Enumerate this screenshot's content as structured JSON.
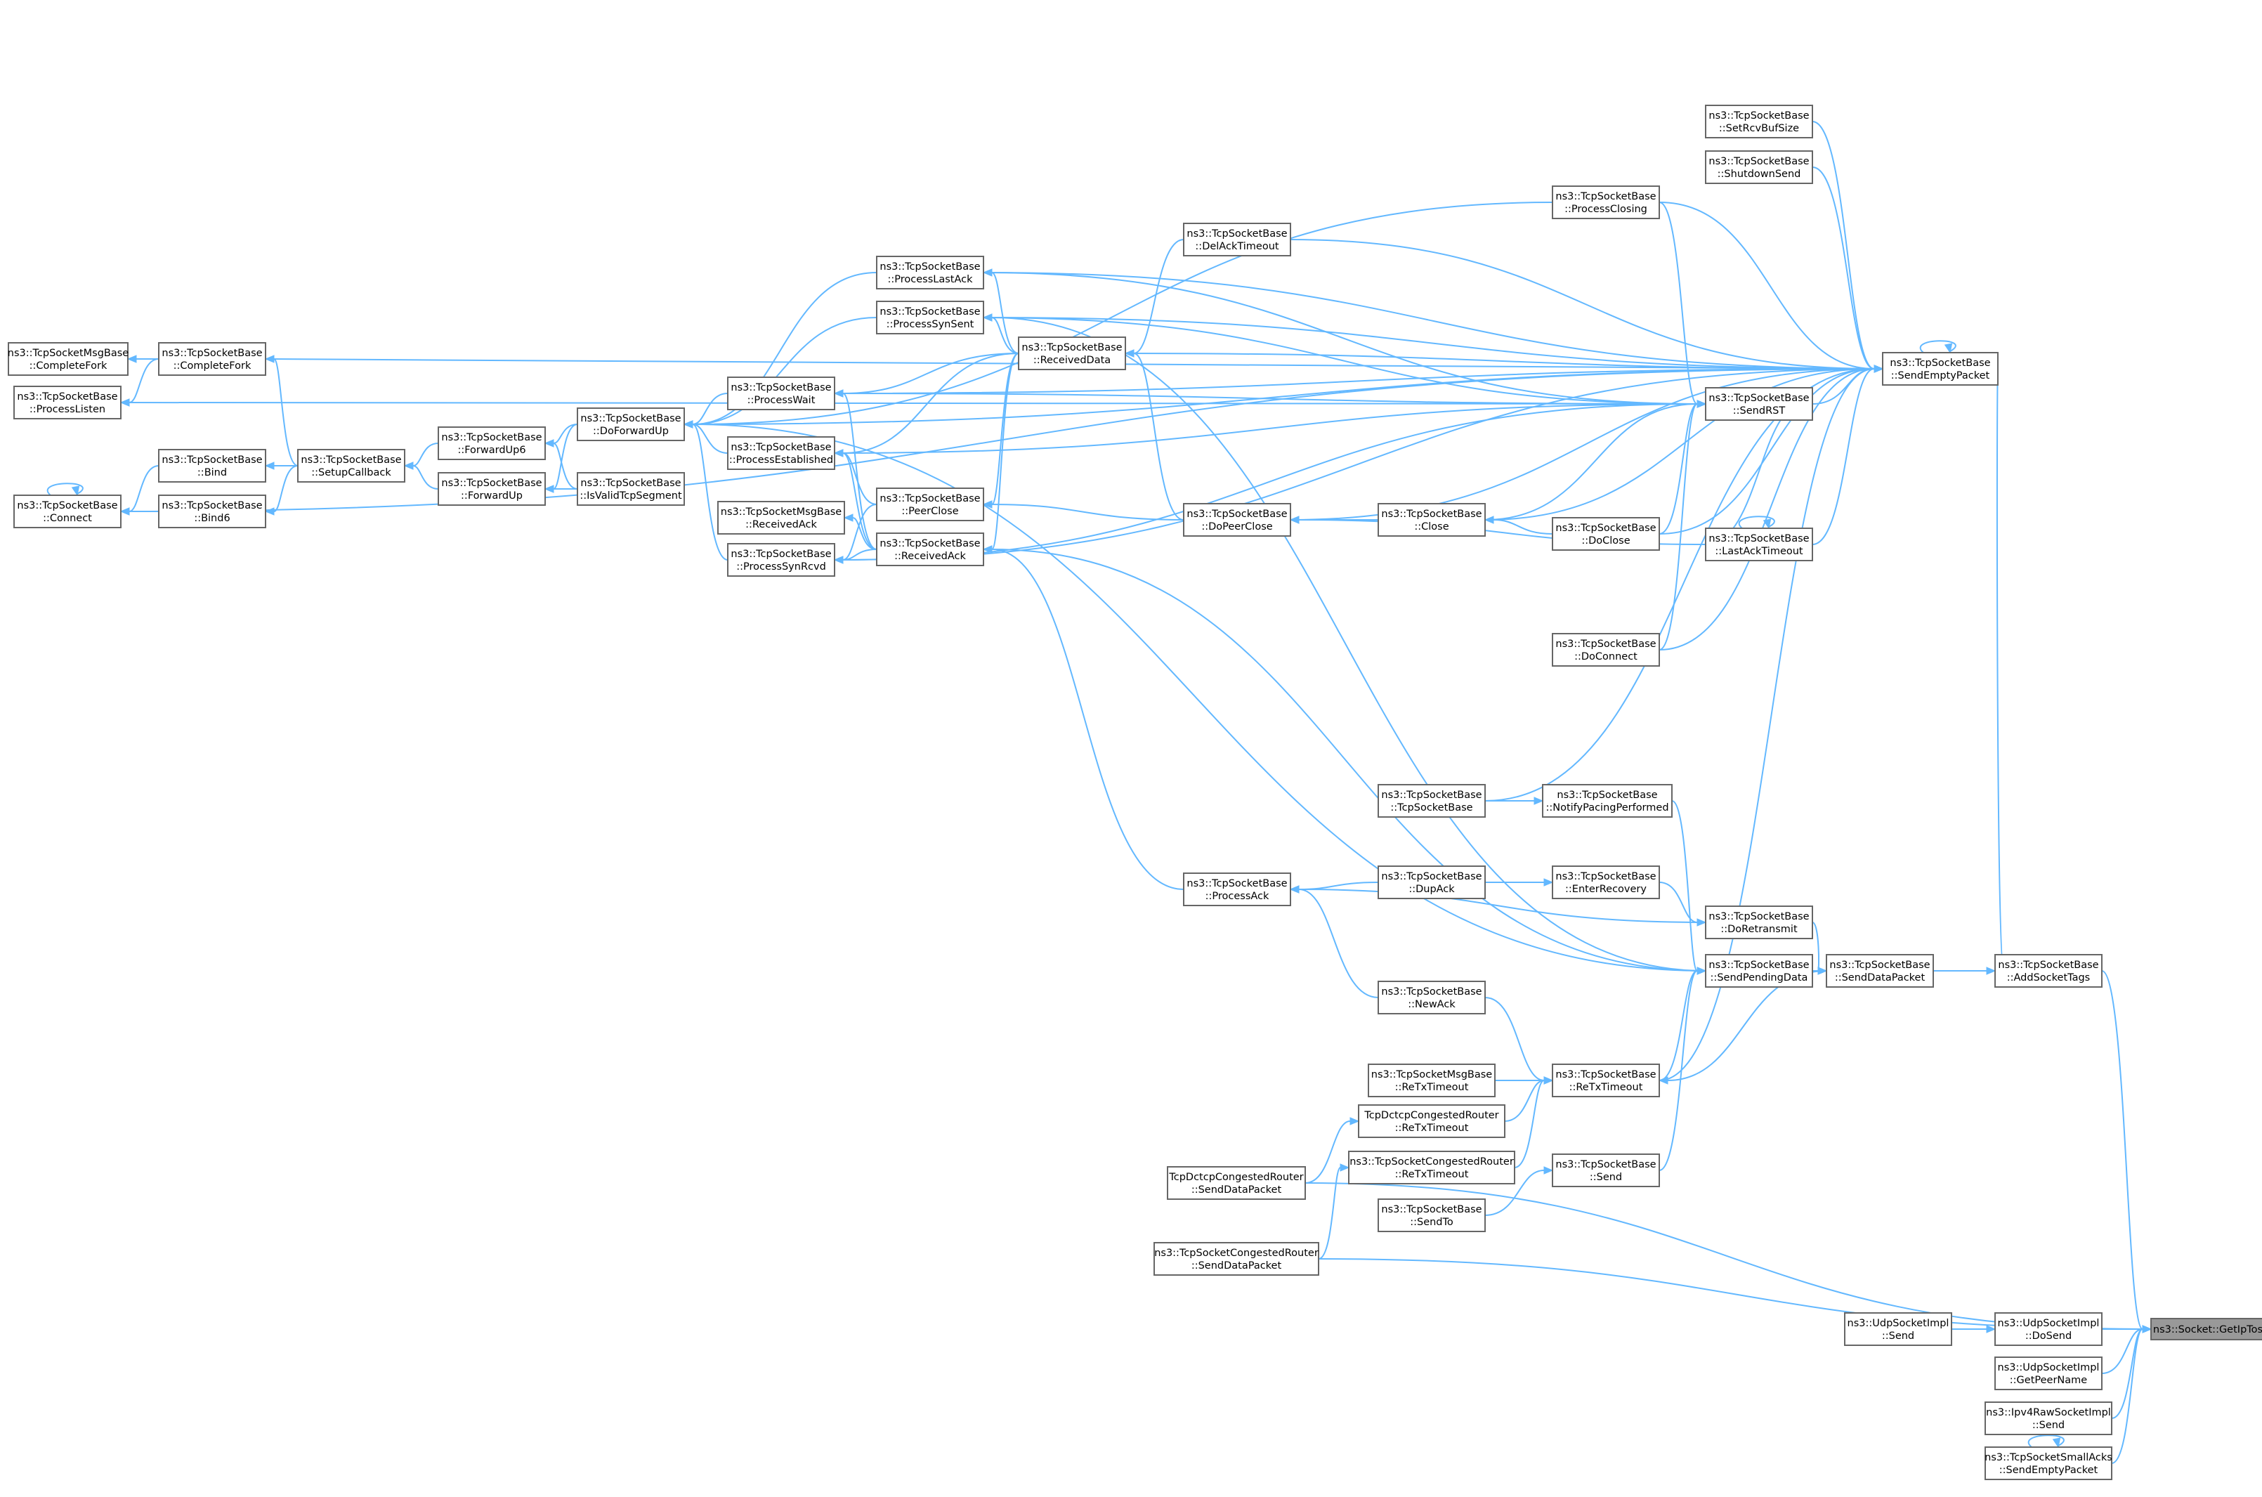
{
  "diagram": {
    "kind": "caller-graph",
    "root": "ns3::Socket::GetIpTos",
    "colors": {
      "edge": "#63b8ff",
      "node_border": "#666666",
      "root_fill": "#999999",
      "node_fill": "#ffffff"
    },
    "nodes": [
      {
        "id": "GetIpTos",
        "l1": "ns3::Socket::GetIpTos",
        "l2": ""
      },
      {
        "id": "AddSocketTags",
        "l1": "ns3::TcpSocketBase",
        "l2": "::AddSocketTags"
      },
      {
        "id": "SendEmptyPacket",
        "l1": "ns3::TcpSocketBase",
        "l2": "::SendEmptyPacket"
      },
      {
        "id": "SendDataPacket",
        "l1": "ns3::TcpSocketBase",
        "l2": "::SendDataPacket"
      },
      {
        "id": "SetRcvBufSize",
        "l1": "ns3::TcpSocketBase",
        "l2": "::SetRcvBufSize"
      },
      {
        "id": "ShutdownSend",
        "l1": "ns3::TcpSocketBase",
        "l2": "::ShutdownSend"
      },
      {
        "id": "ProcessClosing",
        "l1": "ns3::TcpSocketBase",
        "l2": "::ProcessClosing"
      },
      {
        "id": "SendRST",
        "l1": "ns3::TcpSocketBase",
        "l2": "::SendRST"
      },
      {
        "id": "LastAckTimeout",
        "l1": "ns3::TcpSocketBase",
        "l2": "::LastAckTimeout"
      },
      {
        "id": "DoClose",
        "l1": "ns3::TcpSocketBase",
        "l2": "::DoClose"
      },
      {
        "id": "DoConnect",
        "l1": "ns3::TcpSocketBase",
        "l2": "::DoConnect"
      },
      {
        "id": "TcpSocketBaseCtor",
        "l1": "ns3::TcpSocketBase",
        "l2": "::TcpSocketBase"
      },
      {
        "id": "NotifyPacing",
        "l1": "ns3::TcpSocketBase",
        "l2": "::NotifyPacingPerformed"
      },
      {
        "id": "EnterRecovery",
        "l1": "ns3::TcpSocketBase",
        "l2": "::EnterRecovery"
      },
      {
        "id": "DoRetransmit",
        "l1": "ns3::TcpSocketBase",
        "l2": "::DoRetransmit"
      },
      {
        "id": "SendPendingData",
        "l1": "ns3::TcpSocketBase",
        "l2": "::SendPendingData"
      },
      {
        "id": "ReTxTimeout",
        "l1": "ns3::TcpSocketBase",
        "l2": "::ReTxTimeout"
      },
      {
        "id": "Send",
        "l1": "ns3::TcpSocketBase",
        "l2": "::Send"
      },
      {
        "id": "SendTo",
        "l1": "ns3::TcpSocketBase",
        "l2": "::SendTo"
      },
      {
        "id": "DelAckTimeout",
        "l1": "ns3::TcpSocketBase",
        "l2": "::DelAckTimeout"
      },
      {
        "id": "ReceivedData",
        "l1": "ns3::TcpSocketBase",
        "l2": "::ReceivedData"
      },
      {
        "id": "DoPeerClose",
        "l1": "ns3::TcpSocketBase",
        "l2": "::DoPeerClose"
      },
      {
        "id": "Close",
        "l1": "ns3::TcpSocketBase",
        "l2": "::Close"
      },
      {
        "id": "ProcessAck",
        "l1": "ns3::TcpSocketBase",
        "l2": "::ProcessAck"
      },
      {
        "id": "DupAck",
        "l1": "ns3::TcpSocketBase",
        "l2": "::DupAck"
      },
      {
        "id": "NewAck",
        "l1": "ns3::TcpSocketBase",
        "l2": "::NewAck"
      },
      {
        "id": "MsgReTxTimeout",
        "l1": "ns3::TcpSocketMsgBase",
        "l2": "::ReTxTimeout"
      },
      {
        "id": "DctcpReTxTimeout",
        "l1": "TcpDctcpCongestedRouter",
        "l2": "::ReTxTimeout"
      },
      {
        "id": "CongReTxTimeout",
        "l1": "ns3::TcpSocketCongestedRouter",
        "l2": "::ReTxTimeout"
      },
      {
        "id": "DctcpSendDataPacket",
        "l1": "TcpDctcpCongestedRouter",
        "l2": "::SendDataPacket"
      },
      {
        "id": "CongSendDataPacket",
        "l1": "ns3::TcpSocketCongestedRouter",
        "l2": "::SendDataPacket"
      },
      {
        "id": "ProcessLastAck",
        "l1": "ns3::TcpSocketBase",
        "l2": "::ProcessLastAck"
      },
      {
        "id": "ProcessSynSent",
        "l1": "ns3::TcpSocketBase",
        "l2": "::ProcessSynSent"
      },
      {
        "id": "PeerClose",
        "l1": "ns3::TcpSocketBase",
        "l2": "::PeerClose"
      },
      {
        "id": "ReceivedAck",
        "l1": "ns3::TcpSocketBase",
        "l2": "::ReceivedAck"
      },
      {
        "id": "ProcessWait",
        "l1": "ns3::TcpSocketBase",
        "l2": "::ProcessWait"
      },
      {
        "id": "ProcessEstablished",
        "l1": "ns3::TcpSocketBase",
        "l2": "::ProcessEstablished"
      },
      {
        "id": "MsgReceivedAck",
        "l1": "ns3::TcpSocketMsgBase",
        "l2": "::ReceivedAck"
      },
      {
        "id": "ProcessSynRcvd",
        "l1": "ns3::TcpSocketBase",
        "l2": "::ProcessSynRcvd"
      },
      {
        "id": "DoForwardUp",
        "l1": "ns3::TcpSocketBase",
        "l2": "::DoForwardUp"
      },
      {
        "id": "IsValidTcpSegment",
        "l1": "ns3::TcpSocketBase",
        "l2": "::IsValidTcpSegment"
      },
      {
        "id": "ForwardUp6",
        "l1": "ns3::TcpSocketBase",
        "l2": "::ForwardUp6"
      },
      {
        "id": "ForwardUp",
        "l1": "ns3::TcpSocketBase",
        "l2": "::ForwardUp"
      },
      {
        "id": "SetupCallback",
        "l1": "ns3::TcpSocketBase",
        "l2": "::SetupCallback"
      },
      {
        "id": "CompleteFork",
        "l1": "ns3::TcpSocketBase",
        "l2": "::CompleteFork"
      },
      {
        "id": "MsgCompleteFork",
        "l1": "ns3::TcpSocketMsgBase",
        "l2": "::CompleteFork"
      },
      {
        "id": "ProcessListen",
        "l1": "ns3::TcpSocketBase",
        "l2": "::ProcessListen"
      },
      {
        "id": "Bind",
        "l1": "ns3::TcpSocketBase",
        "l2": "::Bind"
      },
      {
        "id": "Bind6",
        "l1": "ns3::TcpSocketBase",
        "l2": "::Bind6"
      },
      {
        "id": "Connect",
        "l1": "ns3::TcpSocketBase",
        "l2": "::Connect"
      },
      {
        "id": "UdpDoSend",
        "l1": "ns3::UdpSocketImpl",
        "l2": "::DoSend"
      },
      {
        "id": "UdpSend",
        "l1": "ns3::UdpSocketImpl",
        "l2": "::Send"
      },
      {
        "id": "UdpGetPeerName",
        "l1": "ns3::UdpSocketImpl",
        "l2": "::GetPeerName"
      },
      {
        "id": "Ipv4RawSend",
        "l1": "ns3::Ipv4RawSocketImpl",
        "l2": "::Send"
      },
      {
        "id": "SmallAcksSend",
        "l1": "ns3::TcpSocketSmallAcks",
        "l2": "::SendEmptyPacket"
      }
    ],
    "edges": [
      [
        "AddSocketTags",
        "GetIpTos"
      ],
      [
        "CongSendDataPacket",
        "GetIpTos"
      ],
      [
        "DctcpSendDataPacket",
        "GetIpTos"
      ],
      [
        "UdpDoSend",
        "GetIpTos"
      ],
      [
        "UdpGetPeerName",
        "GetIpTos"
      ],
      [
        "Ipv4RawSend",
        "GetIpTos"
      ],
      [
        "SmallAcksSend",
        "GetIpTos"
      ],
      [
        "UdpSend",
        "UdpDoSend"
      ],
      [
        "SmallAcksSend",
        "SmallAcksSend"
      ],
      [
        "SendEmptyPacket",
        "AddSocketTags"
      ],
      [
        "SendDataPacket",
        "AddSocketTags"
      ],
      [
        "SendEmptyPacket",
        "SendEmptyPacket"
      ],
      [
        "SetRcvBufSize",
        "SendEmptyPacket"
      ],
      [
        "ShutdownSend",
        "SendEmptyPacket"
      ],
      [
        "ProcessClosing",
        "SendEmptyPacket"
      ],
      [
        "SendRST",
        "SendEmptyPacket"
      ],
      [
        "LastAckTimeout",
        "SendEmptyPacket"
      ],
      [
        "DoClose",
        "SendEmptyPacket"
      ],
      [
        "DoConnect",
        "SendEmptyPacket"
      ],
      [
        "TcpSocketBaseCtor",
        "SendEmptyPacket"
      ],
      [
        "DelAckTimeout",
        "SendEmptyPacket"
      ],
      [
        "ReceivedData",
        "SendEmptyPacket"
      ],
      [
        "DoPeerClose",
        "SendEmptyPacket"
      ],
      [
        "Close",
        "SendEmptyPacket"
      ],
      [
        "ReTxTimeout",
        "SendEmptyPacket"
      ],
      [
        "ProcessLastAck",
        "SendEmptyPacket"
      ],
      [
        "ProcessSynSent",
        "SendEmptyPacket"
      ],
      [
        "ProcessWait",
        "SendEmptyPacket"
      ],
      [
        "ProcessSynRcvd",
        "SendEmptyPacket"
      ],
      [
        "DoForwardUp",
        "SendEmptyPacket"
      ],
      [
        "CompleteFork",
        "SendEmptyPacket"
      ],
      [
        "Connect",
        "SendEmptyPacket"
      ],
      [
        "ProcessClosing",
        "SendRST"
      ],
      [
        "LastAckTimeout",
        "SendRST"
      ],
      [
        "DoClose",
        "SendRST"
      ],
      [
        "DoConnect",
        "SendRST"
      ],
      [
        "ProcessLastAck",
        "SendRST"
      ],
      [
        "ProcessSynSent",
        "SendRST"
      ],
      [
        "ProcessEstablished",
        "SendRST"
      ],
      [
        "ProcessSynRcvd",
        "SendRST"
      ],
      [
        "SendRST",
        "ProcessListen"
      ],
      [
        "ProcessWait",
        "SendRST"
      ],
      [
        "Close",
        "SendRST"
      ],
      [
        "LastAckTimeout",
        "LastAckTimeout"
      ],
      [
        "LastAckTimeout",
        "DoPeerClose"
      ],
      [
        "DoClose",
        "Close"
      ],
      [
        "DoRetransmit",
        "SendDataPacket"
      ],
      [
        "SendPendingData",
        "SendDataPacket"
      ],
      [
        "SendDataPacket",
        "ReTxTimeout"
      ],
      [
        "EnterRecovery",
        "DoRetransmit"
      ],
      [
        "DupAck",
        "EnterRecovery"
      ],
      [
        "DoRetransmit",
        "ProcessAck"
      ],
      [
        "NotifyPacing",
        "SendPendingData"
      ],
      [
        "ReTxTimeout",
        "SendPendingData"
      ],
      [
        "Send",
        "SendPendingData"
      ],
      [
        "SendPendingData",
        "ReceivedAck"
      ],
      [
        "SendPendingData",
        "ProcessSynSent"
      ],
      [
        "SendPendingData",
        "DoForwardUp"
      ],
      [
        "SendTo",
        "Send"
      ],
      [
        "NewAck",
        "ReTxTimeout"
      ],
      [
        "MsgReTxTimeout",
        "ReTxTimeout"
      ],
      [
        "DctcpReTxTimeout",
        "ReTxTimeout"
      ],
      [
        "CongReTxTimeout",
        "ReTxTimeout"
      ],
      [
        "DctcpSendDataPacket",
        "DctcpReTxTimeout"
      ],
      [
        "CongSendDataPacket",
        "CongReTxTimeout"
      ],
      [
        "TcpSocketBaseCtor",
        "NotifyPacing"
      ],
      [
        "DupAck",
        "ProcessAck"
      ],
      [
        "NewAck",
        "ProcessAck"
      ],
      [
        "ProcessAck",
        "ReceivedAck"
      ],
      [
        "DelAckTimeout",
        "ReceivedData"
      ],
      [
        "ReceivedData",
        "ProcessLastAck"
      ],
      [
        "ReceivedData",
        "ProcessSynSent"
      ],
      [
        "ReceivedData",
        "ProcessWait"
      ],
      [
        "ReceivedData",
        "ProcessEstablished"
      ],
      [
        "ReceivedData",
        "PeerClose"
      ],
      [
        "ReceivedData",
        "ReceivedAck"
      ],
      [
        "DoPeerClose",
        "ReceivedData"
      ],
      [
        "DoPeerClose",
        "PeerClose"
      ],
      [
        "Close",
        "DoPeerClose"
      ],
      [
        "ReceivedAck",
        "ProcessWait"
      ],
      [
        "ReceivedAck",
        "ProcessEstablished"
      ],
      [
        "ReceivedAck",
        "ProcessSynRcvd"
      ],
      [
        "ReceivedAck",
        "MsgReceivedAck"
      ],
      [
        "PeerClose",
        "ProcessEstablished"
      ],
      [
        "PeerClose",
        "ProcessSynRcvd"
      ],
      [
        "ProcessLastAck",
        "DoForwardUp"
      ],
      [
        "ProcessSynSent",
        "DoForwardUp"
      ],
      [
        "ProcessWait",
        "DoForwardUp"
      ],
      [
        "ProcessEstablished",
        "DoForwardUp"
      ],
      [
        "ProcessSynRcvd",
        "DoForwardUp"
      ],
      [
        "ProcessClosing",
        "DoForwardUp"
      ],
      [
        "DoForwardUp",
        "ForwardUp6"
      ],
      [
        "DoForwardUp",
        "ForwardUp"
      ],
      [
        "IsValidTcpSegment",
        "ForwardUp6"
      ],
      [
        "IsValidTcpSegment",
        "ForwardUp"
      ],
      [
        "ForwardUp6",
        "SetupCallback"
      ],
      [
        "ForwardUp",
        "SetupCallback"
      ],
      [
        "SetupCallback",
        "CompleteFork"
      ],
      [
        "SetupCallback",
        "Bind"
      ],
      [
        "SetupCallback",
        "Bind6"
      ],
      [
        "CompleteFork",
        "MsgCompleteFork"
      ],
      [
        "CompleteFork",
        "ProcessListen"
      ],
      [
        "Bind",
        "Connect"
      ],
      [
        "Bind6",
        "Connect"
      ],
      [
        "Connect",
        "Connect"
      ]
    ]
  }
}
